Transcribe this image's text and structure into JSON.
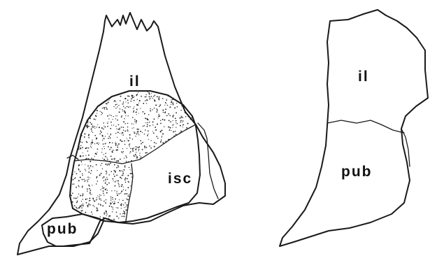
{
  "left_specimen": {
    "labels": {
      "ilium": "il",
      "ischium": "isc",
      "pubis": "pub"
    }
  },
  "right_specimen": {
    "labels": {
      "ilium": "il",
      "pubis": "pub"
    }
  },
  "colors": {
    "line": "#1a1a1a",
    "stipple": "#222222",
    "background": "#ffffff"
  }
}
